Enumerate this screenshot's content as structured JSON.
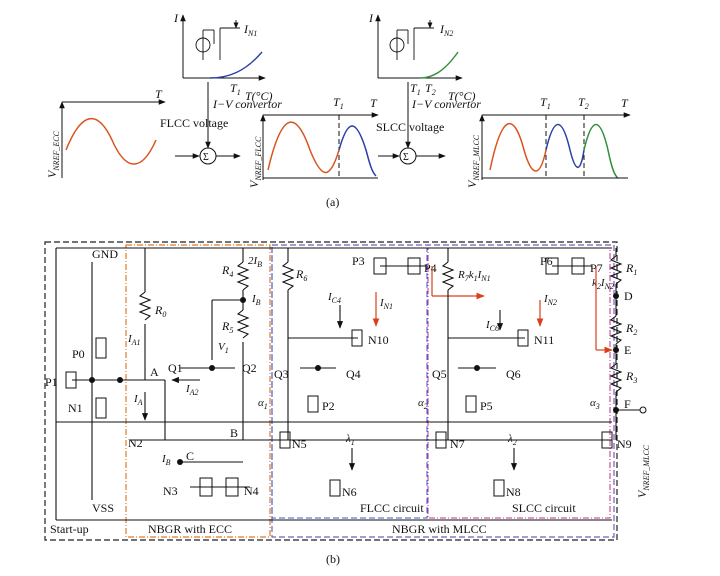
{
  "part_a": {
    "inset1": {
      "y_axis": "I",
      "current_label": "I",
      "current_sub": "N1",
      "t1": "T",
      "t1_sub": "1",
      "x_axis": "T(°C)"
    },
    "inset2": {
      "y_axis": "I",
      "current_label": "I",
      "current_sub": "N2",
      "t1": "T",
      "t1_sub": "1",
      "t2": "T",
      "t2_sub": "2",
      "x_axis": "T(°C)"
    },
    "conv1": "I−V convertor",
    "conv2": "I−V convertor",
    "flcc_voltage": "FLCC voltage",
    "slcc_voltage": "SLCC voltage",
    "plot1": {
      "y_axis": "V",
      "y_sub": "NREF_ECC",
      "x_axis": "T"
    },
    "plot2": {
      "y_axis": "V",
      "y_sub": "NREF_FLCC",
      "x_axis": "T",
      "marker": "T",
      "marker_sub": "1"
    },
    "plot3": {
      "y_axis": "V",
      "y_sub": "NREF_MLCC",
      "x_axis": "T",
      "marker1": "T",
      "marker1_sub": "1",
      "marker2": "T",
      "marker2_sub": "2"
    },
    "caption": "(a)"
  },
  "part_b": {
    "caption": "(b)",
    "nodes": {
      "GND": "GND",
      "VSS": "VSS",
      "A": "A",
      "B": "B",
      "C": "C",
      "D": "D",
      "E": "E",
      "F": "F",
      "V1": "V",
      "V1_sub": "1"
    },
    "transistors": [
      "P0",
      "P1",
      "N1",
      "Q1",
      "Q2",
      "N2",
      "N3",
      "N4",
      "N5",
      "N6",
      "N10",
      "Q3",
      "Q4",
      "P2",
      "P3",
      "P4",
      "N7",
      "N8",
      "N9",
      "N11",
      "Q5",
      "Q6",
      "P5",
      "P6",
      "P7"
    ],
    "resistors": {
      "R0": "R",
      "R0_sub": "0",
      "R4": "R",
      "R4_sub": "4",
      "R5": "R",
      "R5_sub": "5",
      "R6": "R",
      "R6_sub": "6",
      "R7": "R",
      "R7_sub": "7",
      "R1": "R",
      "R1_sub": "1",
      "R2": "R",
      "R2_sub": "2",
      "R3": "R",
      "R3_sub": "3"
    },
    "currents": {
      "IA1": "I",
      "IA1_sub": "A1",
      "IA2": "I",
      "IA2_sub": "A2",
      "IA": "I",
      "IA_sub": "A",
      "IB": "I",
      "IB_sub": "B",
      "2IB": "2I",
      "2IB_sub": "B",
      "IC4": "I",
      "IC4_sub": "C4",
      "IN1": "I",
      "IN1_sub": "N1",
      "IN2": "I",
      "IN2_sub": "N2",
      "IC6": "I",
      "IC6_sub": "C6",
      "alpha1IA": "α",
      "alpha1IA_sub": "1",
      "alpha2IA": "α",
      "alpha2IA_sub": "2",
      "alpha3IA": "α",
      "alpha3IA_sub": "3",
      "lambda1IB": "λ",
      "lambda1IB_sub": "1",
      "lambda2IB": "λ",
      "lambda2IB_sub": "2",
      "R7k1IN1": "R",
      "R7k1IN1_mid": "k",
      "k2IN2": "k",
      "k2IN2_sub": "2"
    },
    "vout": "V",
    "vout_sub": "NREF_MLCC",
    "blocks": {
      "startup": "Start-up",
      "ecc": "NBGR with ECC",
      "flcc": "FLCC circuit",
      "mlcc": "NBGR with MLCC",
      "slcc": "SLCC circuit"
    }
  },
  "colors": {
    "orange_curve": "#d9541e",
    "blue_curve": "#2b3fa6",
    "green_curve": "#2f8f3a",
    "box_black": "#222222",
    "box_orange": "#e07a28",
    "box_purple": "#7a5ab8",
    "box_magenta": "#c0308a",
    "box_blue": "#3d5bd1",
    "arrow_red": "#d9401b"
  }
}
